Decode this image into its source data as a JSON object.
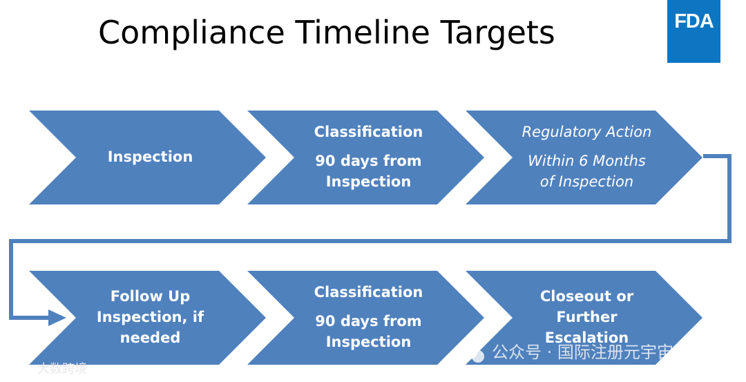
{
  "title": "Compliance Timeline Targets",
  "logo": "FDA",
  "colors": {
    "chevron": "#4f81bd",
    "connector": "#4f81bd",
    "logo_bg": "#0d76c2",
    "text": "#ffffff"
  },
  "rows": [
    {
      "steps": [
        {
          "lines": [
            "Inspection"
          ],
          "italic": false
        },
        {
          "lines": [
            "Classification",
            "",
            "90 days from",
            "Inspection"
          ],
          "italic": false
        },
        {
          "lines": [
            "Regulatory Action",
            "",
            "Within  6 Months",
            "of Inspection"
          ],
          "italic": true
        }
      ]
    },
    {
      "steps": [
        {
          "lines": [
            "Follow Up",
            "Inspection, if",
            "needed"
          ],
          "italic": false
        },
        {
          "lines": [
            "Classification",
            "",
            "90 days from",
            "Inspection"
          ],
          "italic": false
        },
        {
          "lines": [
            "Closeout or",
            "Further",
            "Escalation"
          ],
          "italic": false
        }
      ]
    }
  ],
  "watermark": {
    "center": "公众号 · 国际注册元宇宙",
    "corner": "大数跨境"
  }
}
